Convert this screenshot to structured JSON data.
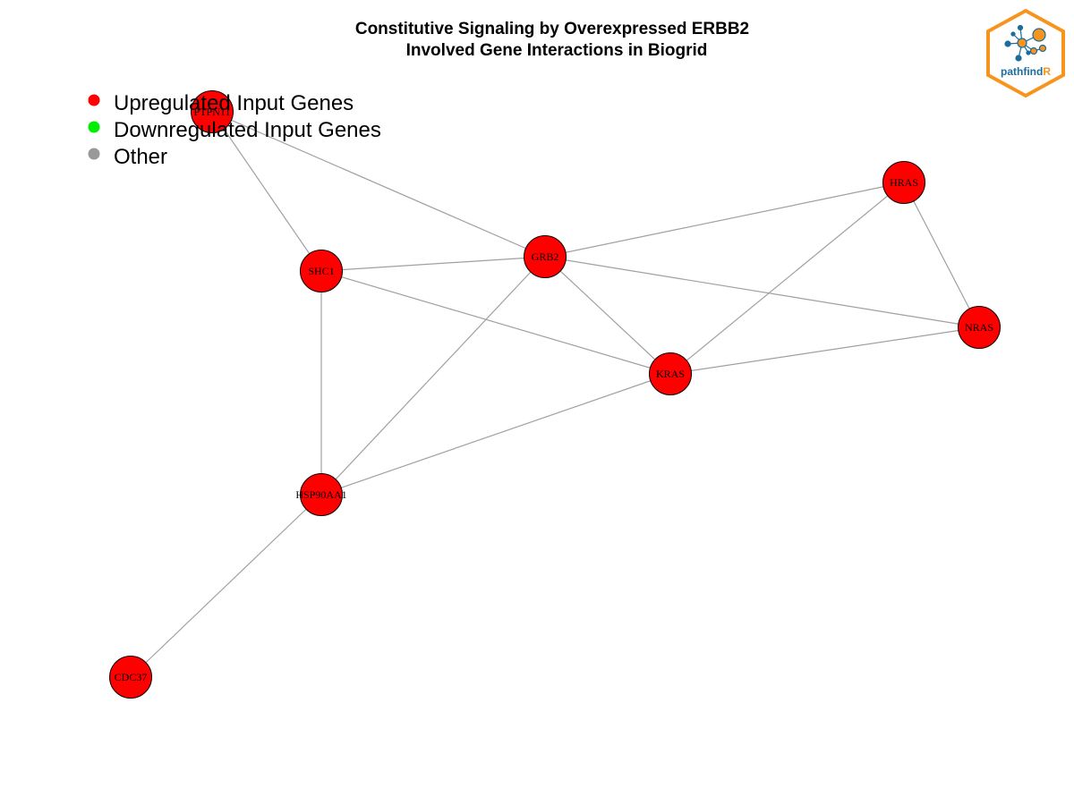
{
  "title": {
    "line1": "Constitutive Signaling by Overexpressed ERBB2",
    "line2": "Involved Gene Interactions in Biogrid"
  },
  "legend": [
    {
      "label": "Upregulated Input Genes",
      "color": "#ff0000"
    },
    {
      "label": "Downregulated Input Genes",
      "color": "#00ee00"
    },
    {
      "label": "Other",
      "color": "#999999"
    }
  ],
  "logo": {
    "text_main": "pathfind",
    "text_accent": "R",
    "border_color": "#f7941d",
    "text_color": "#1b6d9c"
  },
  "network": {
    "node_color": "#ff0000",
    "edge_color": "#a0a0a0",
    "nodes": [
      {
        "id": "PTPN11",
        "label": "PTPN11",
        "group": "upregulated"
      },
      {
        "id": "HRAS",
        "label": "HRAS",
        "group": "upregulated"
      },
      {
        "id": "SHC1",
        "label": "SHC1",
        "group": "upregulated"
      },
      {
        "id": "GRB2",
        "label": "GRB2",
        "group": "upregulated"
      },
      {
        "id": "NRAS",
        "label": "NRAS",
        "group": "upregulated"
      },
      {
        "id": "KRAS",
        "label": "KRAS",
        "group": "upregulated"
      },
      {
        "id": "HSP90AA1",
        "label": "HSP90AA1",
        "group": "upregulated"
      },
      {
        "id": "CDC37",
        "label": "CDC37",
        "group": "upregulated"
      }
    ],
    "edges": [
      [
        "PTPN11",
        "SHC1"
      ],
      [
        "PTPN11",
        "GRB2"
      ],
      [
        "SHC1",
        "GRB2"
      ],
      [
        "SHC1",
        "KRAS"
      ],
      [
        "SHC1",
        "HSP90AA1"
      ],
      [
        "GRB2",
        "HRAS"
      ],
      [
        "GRB2",
        "NRAS"
      ],
      [
        "GRB2",
        "KRAS"
      ],
      [
        "GRB2",
        "HSP90AA1"
      ],
      [
        "HRAS",
        "NRAS"
      ],
      [
        "HRAS",
        "KRAS"
      ],
      [
        "NRAS",
        "KRAS"
      ],
      [
        "KRAS",
        "HSP90AA1"
      ],
      [
        "HSP90AA1",
        "CDC37"
      ]
    ]
  }
}
